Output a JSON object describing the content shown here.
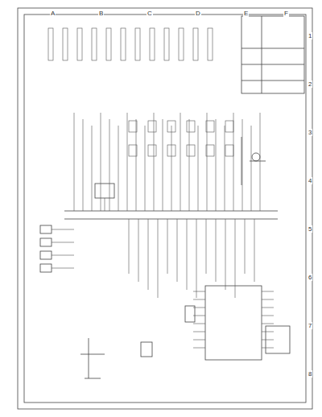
{
  "diagram": {
    "labels": [
      "A",
      "B",
      "C",
      "D",
      "E",
      "F",
      "1",
      "2",
      "3",
      "4",
      "5",
      "6",
      "7",
      "8"
    ]
  }
}
